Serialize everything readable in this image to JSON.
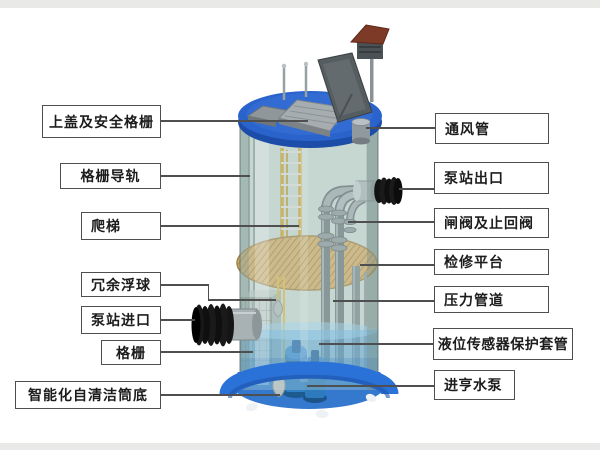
{
  "labels": {
    "left": [
      {
        "text": "上盖及安全格栅"
      },
      {
        "text": "格栅导轨"
      },
      {
        "text": "爬梯"
      },
      {
        "text": "冗余浮球"
      },
      {
        "text": "泵站进口"
      },
      {
        "text": "格栅"
      },
      {
        "text": "智能化自清洁筒底"
      }
    ],
    "right": [
      {
        "text": "通风管"
      },
      {
        "text": "泵站出口"
      },
      {
        "text": "闸阀及止回阀"
      },
      {
        "text": "检修平台"
      },
      {
        "text": "压力管道"
      },
      {
        "text": "液位传感器保护套管"
      },
      {
        "text": "进亨水泵"
      }
    ]
  },
  "colors": {
    "label_border": "#4f4f4f",
    "label_text": "#1c1c1c",
    "connector": "#4f4f4f",
    "edge_bar": "#e9e9e7",
    "tank_glass": "#c6d6d1",
    "lid_blue": "#2a63cc",
    "base_blue": "#2b72d8",
    "water_blue": "#4098d6",
    "platform_tan": "#c9a35c",
    "ladder_yellow": "#c9a33a",
    "pipe_gray": "#8d979b",
    "flange_black": "#141414",
    "pump_blue": "#2f80c5",
    "cabinet_roof_red": "#7c3a27"
  }
}
